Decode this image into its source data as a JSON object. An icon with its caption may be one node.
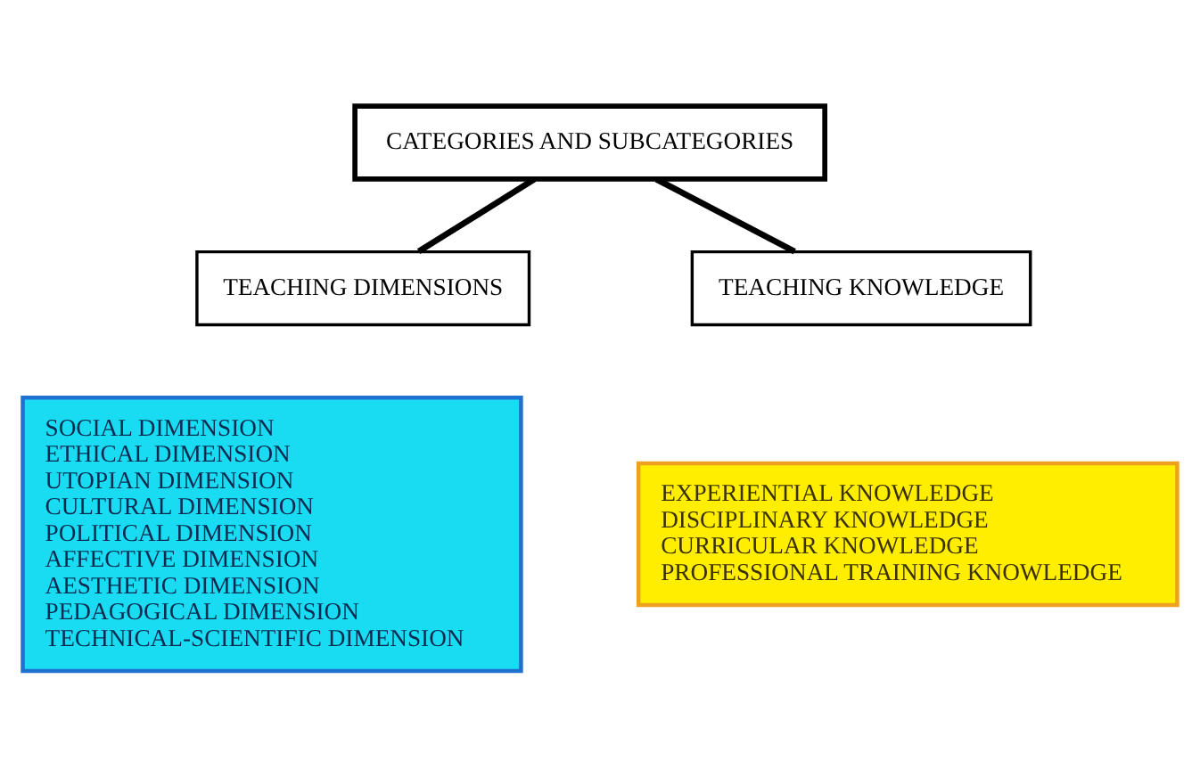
{
  "diagram": {
    "nodes": [
      {
        "text": [
          "CATEGORIES AND SUBCATEGORIES"
        ]
      },
      {
        "text": [
          "TEACHING DIMENSIONS"
        ]
      },
      {
        "text": [
          "TEACHING KNOWLEDGE"
        ]
      },
      {
        "text": [
          "SOCIAL DIMENSION",
          "ETHICAL DIMENSION",
          "UTOPIAN DIMENSION",
          "CULTURAL DIMENSION",
          "POLITICAL DIMENSION",
          "AFFECTIVE DIMENSION",
          "AESTHETIC DIMENSION",
          "PEDAGOGICAL DIMENSION",
          "TECHNICAL-SCIENTIFIC DIMENSION"
        ]
      },
      {
        "text": [
          "EXPERIENTIAL KNOWLEDGE",
          "DISCIPLINARY KNOWLEDGE",
          "CURRICULAR KNOWLEDGE",
          "PROFESSIONAL TRAINING KNOWLEDGE"
        ]
      }
    ],
    "edges": [
      {
        "from": 0,
        "to": 1,
        "arrow": "none"
      },
      {
        "from": 0,
        "to": 2,
        "arrow": "none"
      }
    ]
  }
}
